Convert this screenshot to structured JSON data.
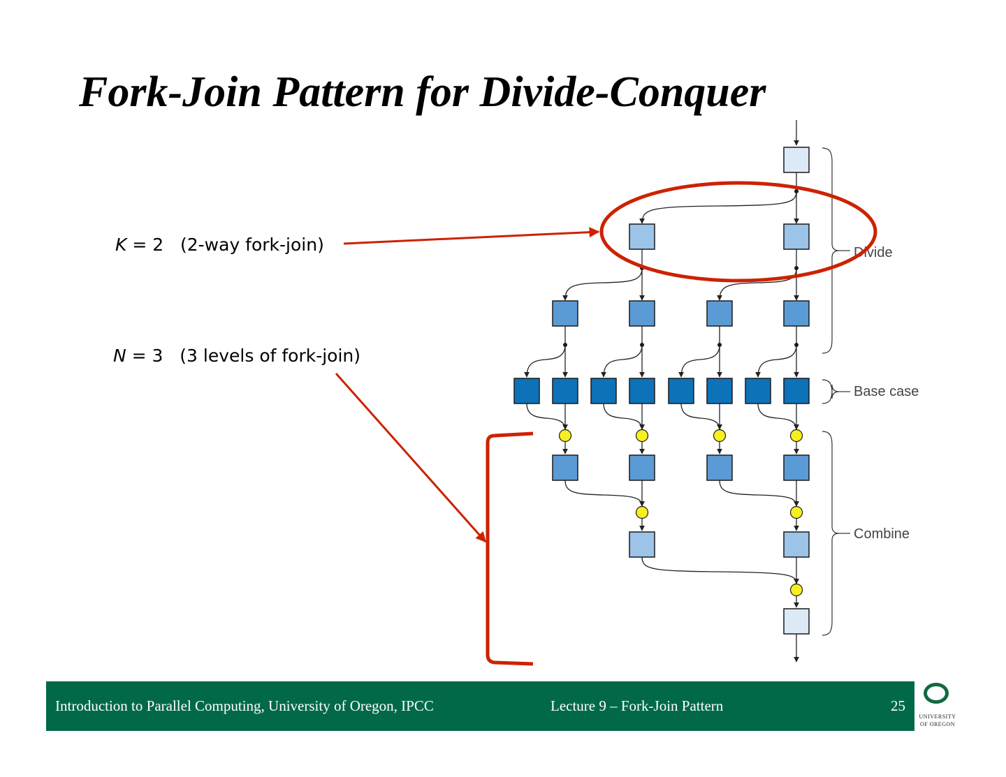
{
  "title": "Fork-Join Pattern for Divide-Conquer",
  "params": {
    "k": {
      "var": "K",
      "rest": " = 2   (2-way fork-join)"
    },
    "n": {
      "var": "N",
      "rest": " = 3   (3 levels of fork-join)"
    }
  },
  "diagram": {
    "labels": {
      "divide": "Divide",
      "base_case": "Base case",
      "combine": "Combine"
    },
    "colors": {
      "level0": "#dce9f6",
      "level1": "#9cc3e8",
      "level2": "#5b9bd5",
      "level3": "#0e72b9",
      "join": "#f7ef1f",
      "annotation": "#cc2200"
    }
  },
  "footer": {
    "left": "Introduction to Parallel Computing, University of Oregon, IPCC",
    "center": "Lecture 9 – Fork-Join Pattern",
    "page": "25"
  },
  "logo": {
    "line1": "UNIVERSITY",
    "line2": "OF OREGON"
  }
}
